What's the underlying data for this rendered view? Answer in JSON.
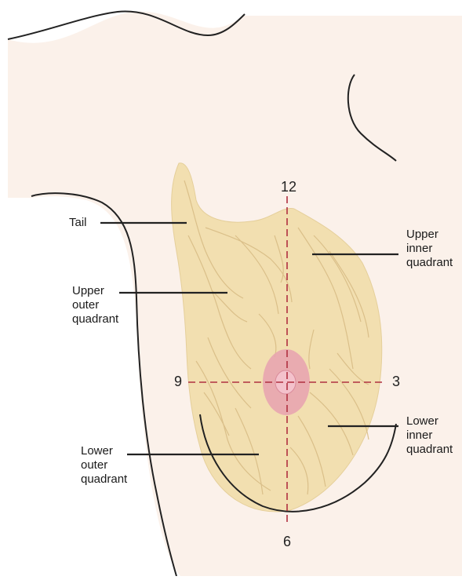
{
  "diagram": {
    "clock_positions": {
      "top": "12",
      "right": "3",
      "bottom": "6",
      "left": "9"
    },
    "labels": {
      "tail": "Tail",
      "upper_outer": "Upper\nouter\nquadrant",
      "upper_inner": "Upper\ninner\nquadrant",
      "lower_outer": "Lower\nouter\nquadrant",
      "lower_inner": "Lower\ninner\nquadrant"
    },
    "colors": {
      "skin": "#fbf1ea",
      "tissue": "#f2dfb0",
      "tissue_vein": "#d8bc85",
      "areola": "#e8a2b0",
      "nipple": "#f4c2cc",
      "guide_line": "#b03040",
      "outline": "#222222"
    }
  }
}
